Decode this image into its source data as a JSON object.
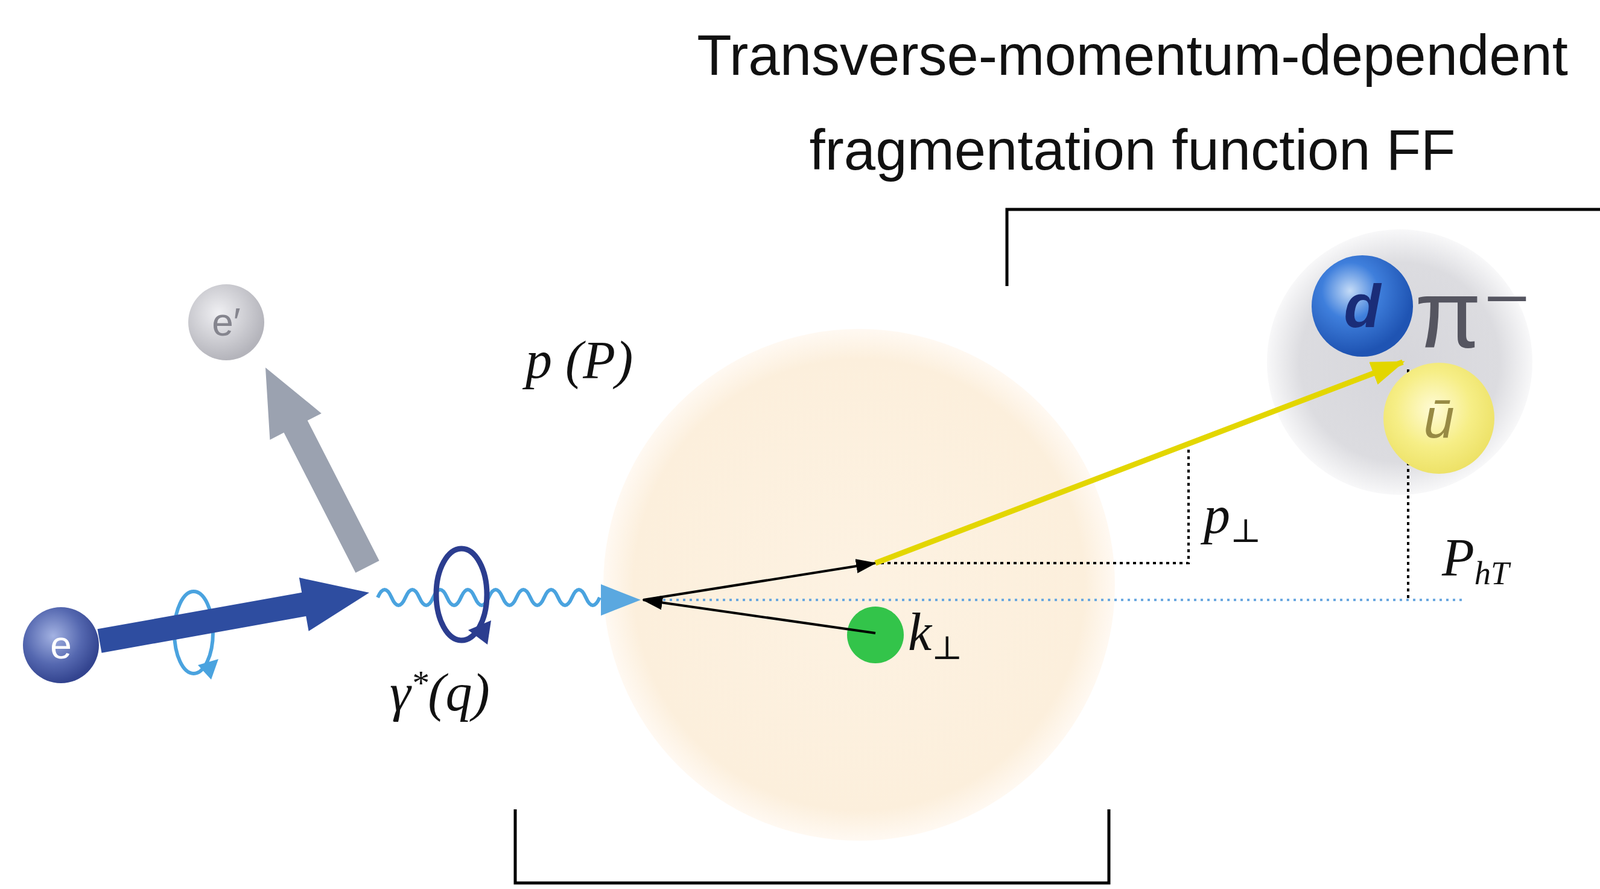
{
  "diagram": {
    "title": "Transverse-momentum-dependent fragmentation function FF",
    "nodes": [
      {
        "text": [
          "e′"
        ]
      },
      {
        "text": [
          "p (P)"
        ]
      },
      {
        "text": [
          "π⁻"
        ]
      },
      {
        "text": [
          "d"
        ],
        "in": 2
      },
      {
        "text": [
          "ū"
        ],
        "in": 2
      },
      {
        "text": [
          "e"
        ]
      }
    ],
    "labels": [
      "γ*(q)",
      "k⊥",
      "p⊥",
      "PhT"
    ]
  }
}
